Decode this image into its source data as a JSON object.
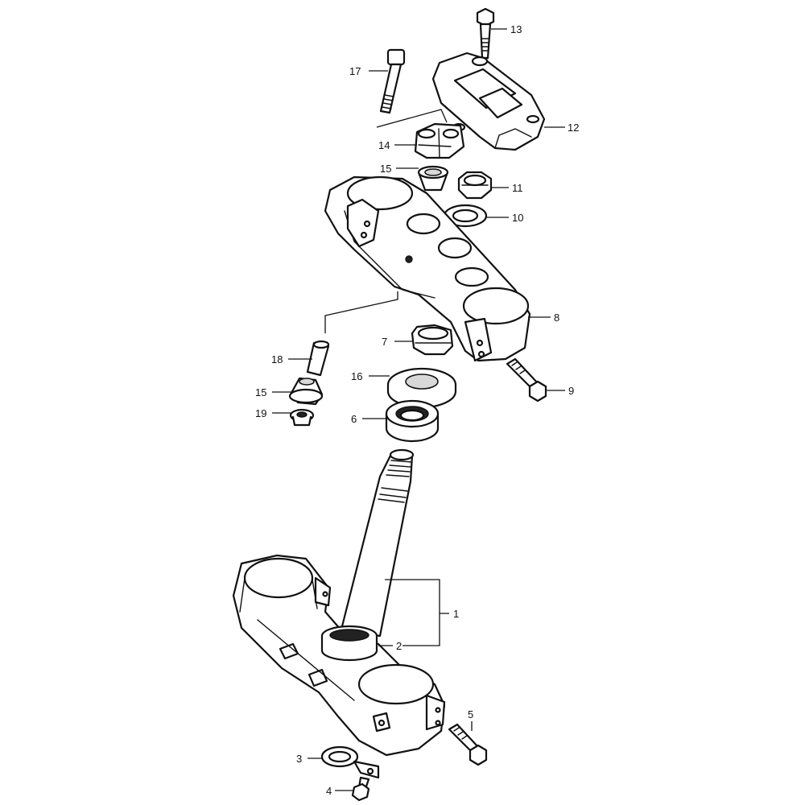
{
  "diagram": {
    "callouts": [
      {
        "id": "c1",
        "label": "1"
      },
      {
        "id": "c2",
        "label": "2"
      },
      {
        "id": "c3",
        "label": "3"
      },
      {
        "id": "c4",
        "label": "4"
      },
      {
        "id": "c5",
        "label": "5"
      },
      {
        "id": "c6",
        "label": "6"
      },
      {
        "id": "c7",
        "label": "7"
      },
      {
        "id": "c8",
        "label": "8"
      },
      {
        "id": "c9",
        "label": "9"
      },
      {
        "id": "c10",
        "label": "10"
      },
      {
        "id": "c11",
        "label": "11"
      },
      {
        "id": "c12",
        "label": "12"
      },
      {
        "id": "c13",
        "label": "13"
      },
      {
        "id": "c14",
        "label": "14"
      },
      {
        "id": "c15a",
        "label": "15"
      },
      {
        "id": "c15b",
        "label": "15"
      },
      {
        "id": "c16",
        "label": "16"
      },
      {
        "id": "c17",
        "label": "17"
      },
      {
        "id": "c18",
        "label": "18"
      },
      {
        "id": "c19",
        "label": "19"
      }
    ]
  }
}
